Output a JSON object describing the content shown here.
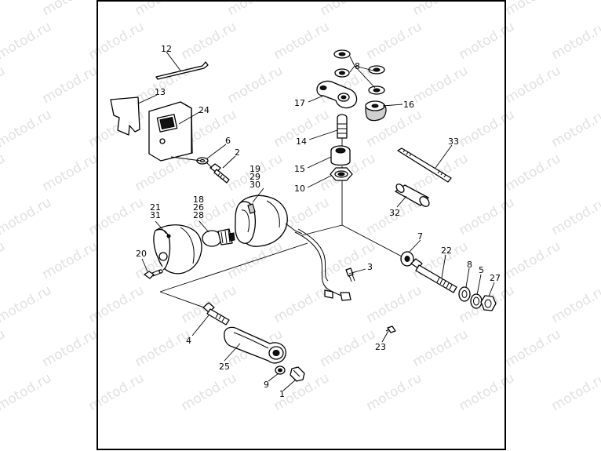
{
  "watermark": {
    "text": "motod.ru",
    "color": "#c9c9c9"
  },
  "diagram": {
    "type": "exploded-parts-diagram",
    "callouts": [
      {
        "id": "c12",
        "label": "12"
      },
      {
        "id": "c13",
        "label": "13"
      },
      {
        "id": "c24",
        "label": "24"
      },
      {
        "id": "c6",
        "label": "6"
      },
      {
        "id": "c2",
        "label": "2"
      },
      {
        "id": "c19",
        "label": "19"
      },
      {
        "id": "c29",
        "label": "29"
      },
      {
        "id": "c30",
        "label": "30"
      },
      {
        "id": "c18",
        "label": "18"
      },
      {
        "id": "c26",
        "label": "26"
      },
      {
        "id": "c28",
        "label": "28"
      },
      {
        "id": "c21",
        "label": "21"
      },
      {
        "id": "c31",
        "label": "31"
      },
      {
        "id": "c20",
        "label": "20"
      },
      {
        "id": "c8a",
        "label": "8"
      },
      {
        "id": "c17",
        "label": "17"
      },
      {
        "id": "c16",
        "label": "16"
      },
      {
        "id": "c14",
        "label": "14"
      },
      {
        "id": "c15",
        "label": "15"
      },
      {
        "id": "c10",
        "label": "10"
      },
      {
        "id": "c33",
        "label": "33"
      },
      {
        "id": "c32",
        "label": "32"
      },
      {
        "id": "c7",
        "label": "7"
      },
      {
        "id": "c22",
        "label": "22"
      },
      {
        "id": "c8b",
        "label": "8"
      },
      {
        "id": "c5",
        "label": "5"
      },
      {
        "id": "c27",
        "label": "27"
      },
      {
        "id": "c3",
        "label": "3"
      },
      {
        "id": "c4",
        "label": "4"
      },
      {
        "id": "c25",
        "label": "25"
      },
      {
        "id": "c9",
        "label": "9"
      },
      {
        "id": "c1",
        "label": "1"
      },
      {
        "id": "c23",
        "label": "23"
      }
    ]
  }
}
